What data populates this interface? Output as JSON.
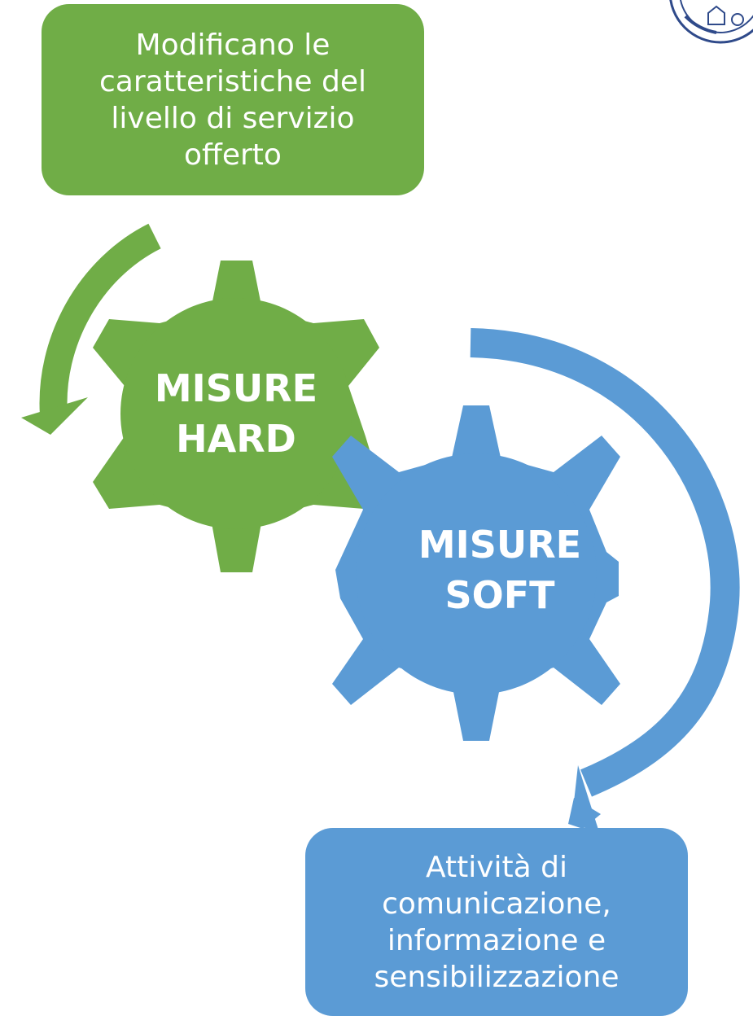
{
  "hard": {
    "box_text": "Modificano le\ncaratteristiche del\nlivello di servizio\nofferto",
    "gear_text": "MISURE\nHARD",
    "color": "#70ad47"
  },
  "soft": {
    "gear_text": "MISURE\nSOFT",
    "box_text": "Attività di\ncomunicazione,\ninformazione e\nsensibilizzazione",
    "color": "#5b9bd5"
  },
  "logo": {
    "icon": "university-seal-icon"
  }
}
